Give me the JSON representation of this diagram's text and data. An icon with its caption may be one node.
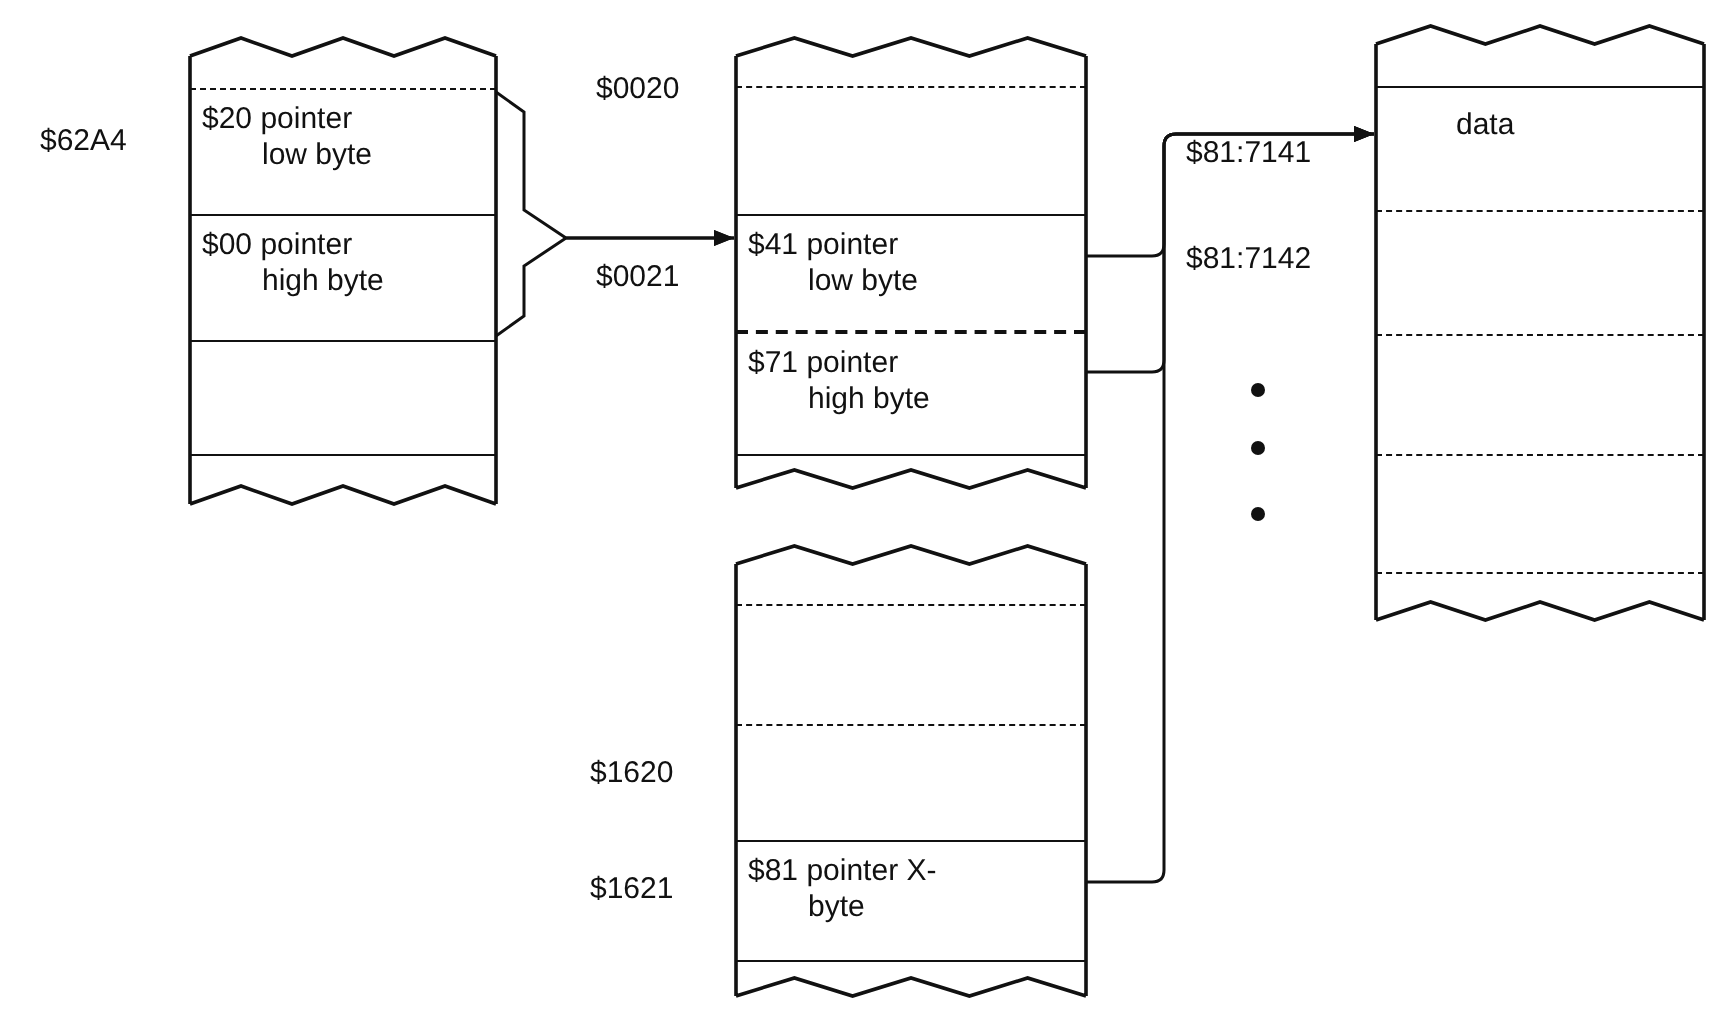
{
  "diagram": {
    "nodes": [
      {
        "text": [],
        "shape": "box"
      },
      {
        "text": [
          "$20 pointer low byte"
        ],
        "in": 0
      },
      {
        "text": [
          "$00 pointer high byte"
        ],
        "in": 0
      },
      {
        "text": [],
        "shape": "box",
        "in": 0
      },
      {
        "text": [],
        "shape": "box"
      },
      {
        "text": [],
        "shape": "box",
        "in": 4
      },
      {
        "text": [
          "$41 pointer low byte"
        ],
        "in": 4
      },
      {
        "text": [
          "$71 pointer high byte"
        ],
        "in": 4
      },
      {
        "text": [],
        "shape": "box"
      },
      {
        "text": [
          "data"
        ],
        "in": 8
      },
      {
        "text": [],
        "shape": "box",
        "in": 8
      },
      {
        "text": [],
        "shape": "box",
        "in": 8
      },
      {
        "text": [],
        "shape": "box",
        "in": 8
      },
      {
        "text": [],
        "shape": "box"
      },
      {
        "text": [],
        "shape": "box",
        "in": 13
      },
      {
        "text": [],
        "shape": "box",
        "in": 13
      },
      {
        "text": [
          "$81 pointer X-byte"
        ],
        "in": 13
      }
    ],
    "edges": [
      {
        "from": 1,
        "to": 6,
        "arrow": "to"
      },
      {
        "from": 2,
        "to": 6,
        "arrow": "to"
      },
      {
        "from": 6,
        "to": 9,
        "arrow": "to"
      },
      {
        "from": 7,
        "to": 9,
        "arrow": "to"
      },
      {
        "from": 16,
        "to": 9,
        "arrow": "to"
      }
    ],
    "labels": [
      "$62A4",
      "$0020",
      "$0021",
      "$81:7141",
      "$81:7142",
      "$1620",
      "$1621"
    ]
  }
}
